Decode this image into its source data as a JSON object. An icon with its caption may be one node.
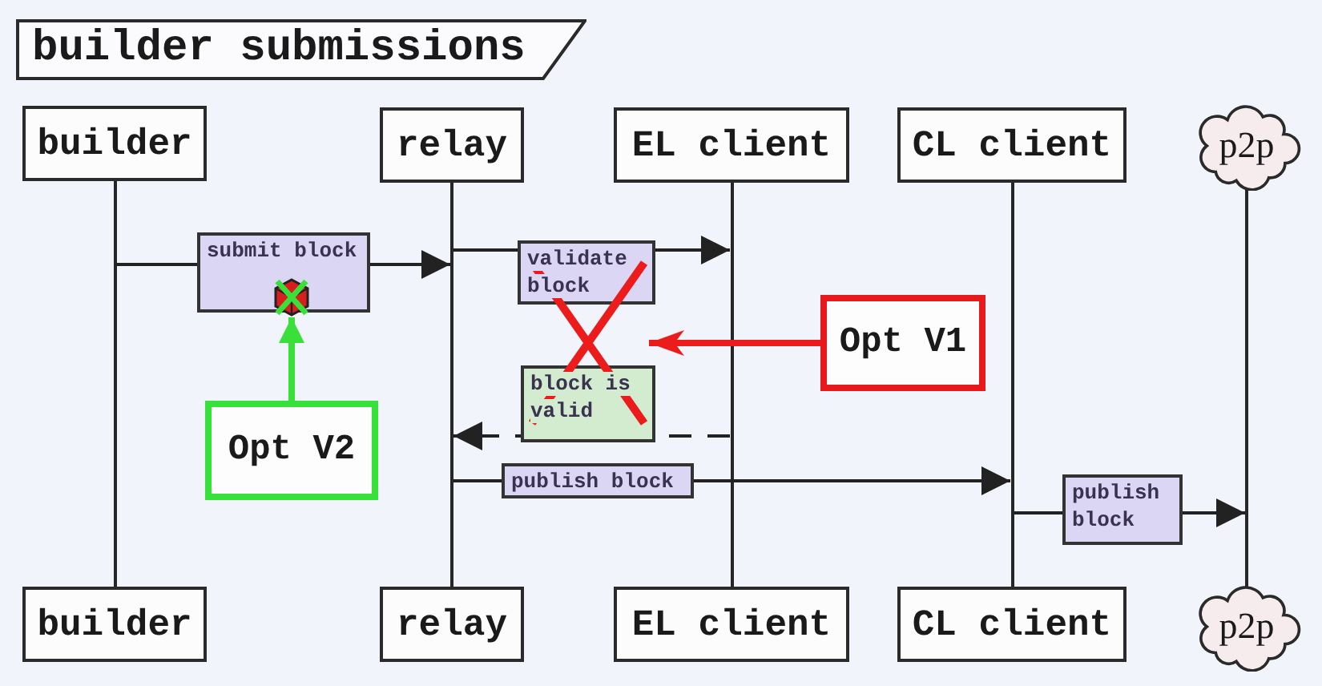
{
  "diagram": {
    "title": "builder submissions",
    "nodes": [
      {
        "text": [
          "builder"
        ]
      },
      {
        "text": [
          "relay"
        ]
      },
      {
        "text": [
          "EL client"
        ]
      },
      {
        "text": [
          "CL client"
        ]
      },
      {
        "text": [
          "p2p"
        ]
      },
      {
        "text": [],
        "shape": "bar"
      },
      {
        "text": [],
        "shape": "bar"
      },
      {
        "text": [],
        "shape": "bar"
      },
      {
        "text": [],
        "shape": "bar"
      },
      {
        "text": [],
        "shape": "bar"
      },
      {
        "text": [],
        "shape": "cube"
      },
      {
        "text": [],
        "shape": "cross"
      },
      {
        "text": [
          "Opt V1"
        ]
      },
      {
        "text": [
          "Opt V2"
        ]
      },
      {
        "text": [
          "builder"
        ]
      },
      {
        "text": [
          "relay"
        ]
      },
      {
        "text": [
          "EL client"
        ]
      },
      {
        "text": [
          "CL client"
        ]
      },
      {
        "text": [
          "p2p"
        ]
      }
    ],
    "edges": [
      {
        "from": 5,
        "to": 6,
        "arrow": "to",
        "label": "submit block"
      },
      {
        "from": 6,
        "to": 7,
        "arrow": "to",
        "label": "validate block"
      },
      {
        "from": 7,
        "to": 6,
        "arrow": "to",
        "label": "block is valid",
        "style": "dashed"
      },
      {
        "from": 6,
        "to": 8,
        "arrow": "to",
        "label": "publish block"
      },
      {
        "from": 8,
        "to": 9,
        "arrow": "to",
        "label": "publish block"
      },
      {
        "from": 13,
        "to": 10,
        "arrow": "to",
        "style": "thick",
        "color": "#3ae03a"
      },
      {
        "from": 12,
        "to": 11,
        "arrow": "to",
        "style": "thick",
        "color": "#ec1c1c"
      }
    ]
  }
}
